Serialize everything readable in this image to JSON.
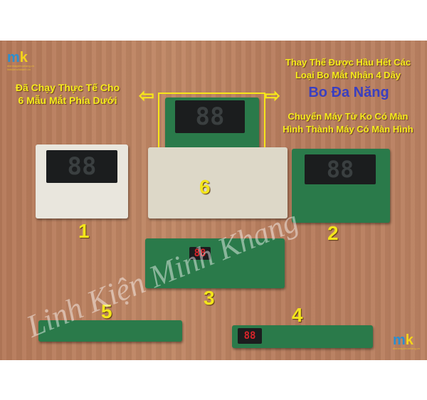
{
  "headline_left": [
    "Đã Chạy Thực Tế Cho",
    "6 Mẫu Mắt Phía Dưới"
  ],
  "headline_right_top": [
    "Thay Thế Được Hầu Hết Các",
    "Loại Bo Mắt Nhận 4 Dây"
  ],
  "product_name": "Bo Đa Năng",
  "headline_right_bottom": [
    "Chuyển Máy Từ Ko Có Màn",
    "Hình Thành Máy Có Màn Hình"
  ],
  "board_numbers": [
    "1",
    "2",
    "3",
    "4",
    "5",
    "6"
  ],
  "watermark": "Linh Kiện Minh Khang",
  "logo": {
    "text": "mk",
    "sub": [
      "dienmaykhoahang.vn",
      "linhkienchidanh.vn"
    ]
  },
  "displays": {
    "main": "88",
    "red": "88"
  },
  "colors": {
    "highlight": "#f6e51a",
    "title": "#3a3fc0",
    "pcb": "#2a7a4a"
  }
}
